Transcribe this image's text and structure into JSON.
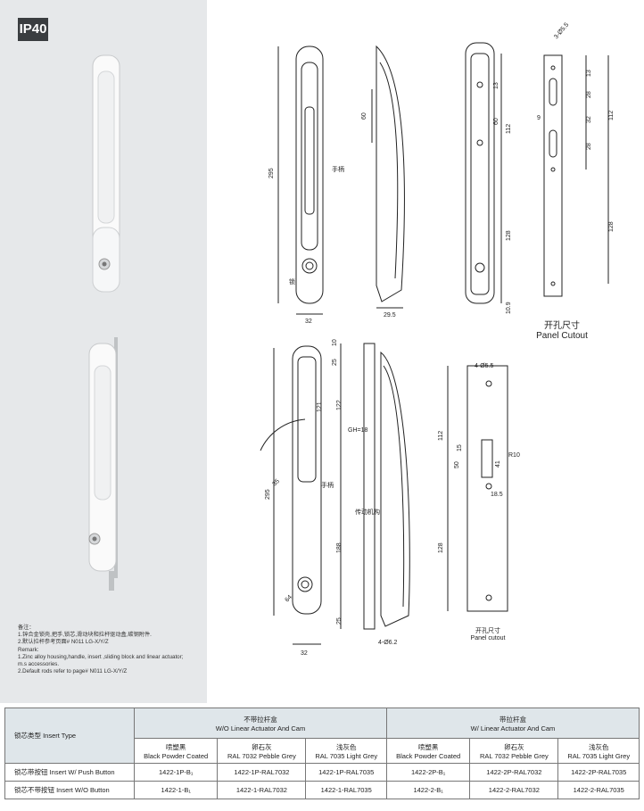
{
  "badge": "IP40",
  "labels": {
    "handle": "手柄",
    "lock": "锁",
    "drive": "传动机构",
    "panel_cutout_cn": "开孔尺寸",
    "panel_cutout_en": "Panel Cutout",
    "panel_cutout2_cn": "开孔尺寸",
    "panel_cutout2_en": "Panel cutout",
    "gh": "GH=18",
    "holes_top": "3-Ø5.5",
    "holes_mid": "4-Ø5.5",
    "holes_bot": "4-Ø6.2",
    "r10": "R10"
  },
  "dims": {
    "d295a": "295",
    "d32a": "32",
    "d60a": "60",
    "d29_5a": "29.5",
    "d13": "13",
    "d28a": "28",
    "d32b": "32",
    "d112a": "112",
    "d28b": "28",
    "d9": "9",
    "d128a": "128",
    "d13b": "13",
    "d60b": "60",
    "d112b": "112",
    "d128b": "128",
    "d10_9": "10.9",
    "d10": "10",
    "d25a": "25",
    "d121": "121",
    "d122": "122",
    "d295b": "295",
    "d188": "188",
    "d25b": "25",
    "d32c": "32",
    "d35": "35",
    "d64": "64",
    "d112c": "112",
    "d15": "15",
    "d50": "50",
    "d41": "41",
    "d18_5": "18.5",
    "d128c": "128"
  },
  "notes": {
    "title": "备注：",
    "cn1": "1.锌合金锁壳,把手,锁芯,滑动块和拉杆驱动盒,碳钢附件.",
    "cn2": "2.默认拉杆参考页面# N011  LG-X/Y/Z",
    "remark": "Remark:",
    "en1": "1.Zinc alloy housing,handle, insert ,sliding block and linear actuator;",
    "en1b": "m.s accessories.",
    "en2": "2.Default rods refer to page# N011  LG-X/Y/Z"
  },
  "table": {
    "insert_type": "锁芯类型 Insert Type",
    "group1": "不带拉杆盒",
    "group1_en": "W/O Linear Actuator And Cam",
    "group2": "带拉杆盒",
    "group2_en": "W/ Linear Actuator And Cam",
    "colors": [
      {
        "cn": "喷塑黑",
        "en": "Black Powder Coated"
      },
      {
        "cn": "卵石灰",
        "en": "RAL 7032 Pebble Grey"
      },
      {
        "cn": "浅灰色",
        "en": "RAL 7035 Light Grey"
      },
      {
        "cn": "喷塑黑",
        "en": "Black Powder Coated"
      },
      {
        "cn": "卵石灰",
        "en": "RAL 7032 Pebble Grey"
      },
      {
        "cn": "浅灰色",
        "en": "RAL 7035 Light Grey"
      }
    ],
    "rows": [
      {
        "label": "锁芯带按钮 Insert W/ Push Button",
        "cells": [
          "1422-1P-B₁",
          "1422-1P-RAL7032",
          "1422-1P-RAL7035",
          "1422-2P-B₁",
          "1422-2P-RAL7032",
          "1422-2P-RAL7035"
        ]
      },
      {
        "label": "锁芯不带按钮 Insert W/O Button",
        "cells": [
          "1422-1-B₁",
          "1422-1-RAL7032",
          "1422-1-RAL7035",
          "1422-2-B₁",
          "1422-2-RAL7032",
          "1422-2-RAL7035"
        ]
      }
    ]
  }
}
